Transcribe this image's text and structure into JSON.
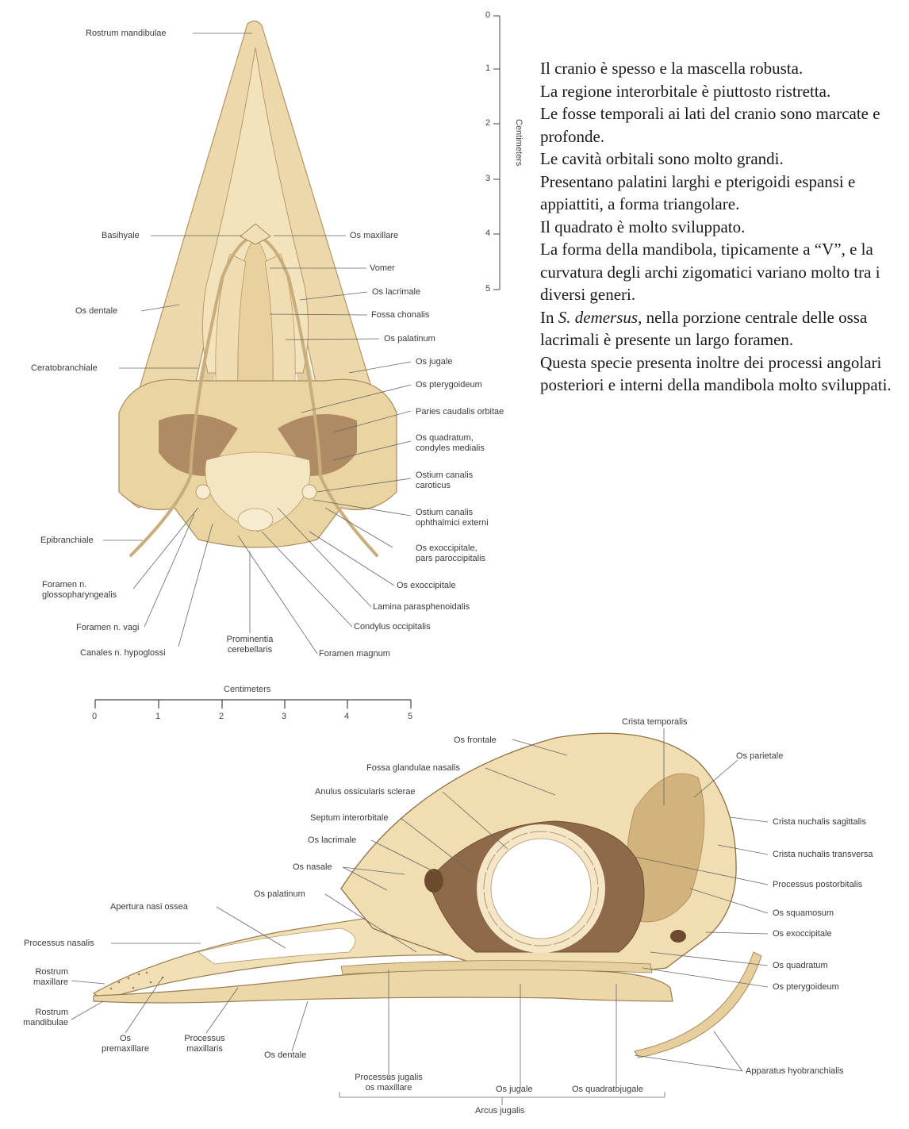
{
  "top_view": {
    "labels": {
      "rostrum_mandibulae": "Rostrum mandibulae",
      "basihyale": "Basihyale",
      "os_dentale": "Os dentale",
      "ceratobranchiale": "Ceratobranchiale",
      "epibranchiale": "Epibranchiale",
      "foramen_glosso": "Foramen n.\nglossopharyngealis",
      "foramen_vagi": "Foramen n. vagi",
      "canales_hypoglossi": "Canales n. hypoglossi",
      "prominentia": "Prominentia\ncerebellaris",
      "foramen_magnum": "Foramen magnum",
      "condylus": "Condylus occipitalis",
      "lamina": "Lamina parasphenoidalis",
      "os_exoccipitale": "Os exoccipitale",
      "os_exoccipitale_pars": "Os exoccipitale,\npars paroccipitalis",
      "ostium_ophthalmici": "Ostium canalis\nophthalmici externi",
      "ostium_carotici": "Ostium canalis\ncaroticus",
      "os_quadratum_cond": "Os quadratum,\ncondyles medialis",
      "paries": "Paries caudalis orbitae",
      "os_pterygoideum": "Os pterygoideum",
      "os_jugale": "Os jugale",
      "os_palatinum": "Os palatinum",
      "fossa_chonalis": "Fossa chonalis",
      "os_lacrimale": "Os lacrimale",
      "vomer": "Vomer",
      "os_maxillare": "Os maxillare"
    },
    "scale": {
      "title": "Centimeters",
      "ticks": [
        "0",
        "1",
        "2",
        "3",
        "4",
        "5"
      ]
    }
  },
  "description": {
    "lines": [
      "Il cranio è spesso e la mascella robusta.",
      "La regione interorbitale è piuttosto ristretta.",
      "Le fosse temporali ai lati del cranio sono marcate e profonde.",
      "Le cavità orbitali sono molto grandi.",
      "Presentano palatini larghi e pterigoidi espansi e appiattiti, a forma triangolare.",
      "Il quadrato è molto sviluppato.",
      "La forma della mandibola, tipicamente a “V”, e la curvatura degli archi zigomatici variano molto tra i diversi generi."
    ],
    "species_prefix": "In ",
    "species": "S. demersus",
    "species_suffix": ", nella porzione centrale delle ossa lacrimali è presente un largo foramen.",
    "closing": "Questa specie presenta inoltre dei processi angolari posteriori e interni della mandibola molto sviluppati."
  },
  "side_view": {
    "scale": {
      "title": "Centimeters",
      "ticks": [
        "0",
        "1",
        "2",
        "3",
        "4",
        "5"
      ]
    },
    "labels": {
      "crista_temporalis": "Crista temporalis",
      "os_frontale": "Os frontale",
      "os_parietale": "Os  parietale",
      "fossa_glandulae": "Fossa glandulae nasalis",
      "anulus": "Anulus ossicularis sclerae",
      "septum": "Septum interorbitale",
      "os_lacrimale": "Os lacrimale",
      "os_nasale": "Os nasale",
      "os_palatinum": "Os palatinum",
      "apertura": "Apertura nasi ossea",
      "processus_nasalis": "Processus nasalis",
      "rostrum_maxillare": "Rostrum\nmaxillare",
      "rostrum_mandibulae": "Rostrum\nmandibulae",
      "os_premaxillare": "Os\npremaxillare",
      "processus_maxillaris": "Processus\nmaxillaris",
      "os_dentale": "Os dentale",
      "processus_jugalis": "Processus jugalis\nos maxillare",
      "os_jugale": "Os jugale",
      "os_quadratojugale": "Os quadratojugale",
      "arcus_jugalis": "Arcus jugalis",
      "apparatus": "Apparatus hyobranchialis",
      "os_pterygoideum": "Os pterygoideum",
      "os_quadratum": "Os quadratum",
      "os_exoccipitale": "Os  exoccipitale",
      "os_squamosum": "Os squamosum",
      "processus_postorbitalis": "Processus postorbitalis",
      "crista_transversa": "Crista nuchalis transversa",
      "crista_sagittalis": "Crista nuchalis sagittalis"
    }
  },
  "colors": {
    "bone": "#f1dfb6",
    "bone_shadow": "#d8bd86",
    "bone_dark": "#a57e4f",
    "orbit_dark": "#8a6242",
    "line": "#555555"
  }
}
